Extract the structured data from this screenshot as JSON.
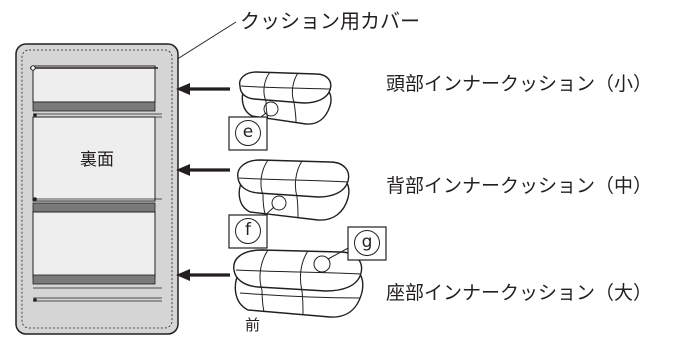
{
  "labels": {
    "cover_title": "クッション用カバー",
    "back_side": "裏面",
    "front_side": "前"
  },
  "cushions": [
    {
      "name": "頭部インナークッション（小）",
      "mark": "e"
    },
    {
      "name": "背部インナークッション（中）",
      "mark": "f"
    },
    {
      "name": "座部インナークッション（大）",
      "mark": "g"
    }
  ],
  "colors": {
    "line": "#231f20",
    "cover_fill": "#d5d5d5",
    "panel_fill": "#eeeeee",
    "band_fill": "#7a7a7a"
  }
}
